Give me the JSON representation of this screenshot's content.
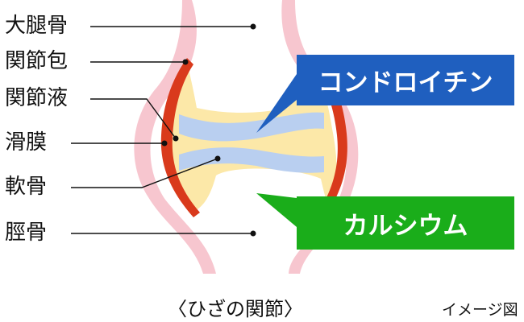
{
  "labels": {
    "femur": "大腿骨",
    "joint_capsule": "関節包",
    "synovial_fluid": "関節液",
    "synovium": "滑膜",
    "cartilage": "軟骨",
    "tibia": "脛骨"
  },
  "callouts": {
    "chondroitin": {
      "text": "コンドロイチン",
      "color": "#1f5fbf"
    },
    "calcium": {
      "text": "カルシウム",
      "color": "#1aad1a"
    }
  },
  "caption": "〈ひざの関節〉",
  "note": "イメージ図",
  "colors": {
    "capsule": "#f7c6cf",
    "synovium": "#d93a1c",
    "synovial_fluid": "#fce8a8",
    "cartilage": "#b9cff0",
    "leader_line": "#111111"
  }
}
